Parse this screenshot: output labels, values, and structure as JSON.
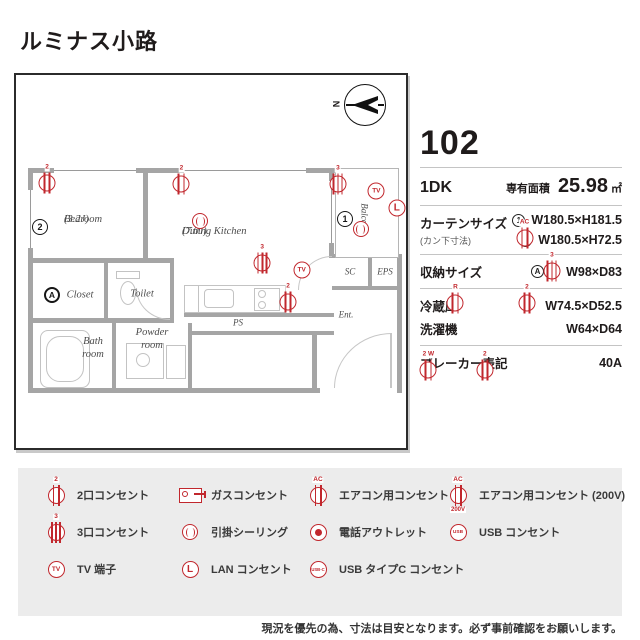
{
  "title": "ルミナス小路",
  "compass": {
    "north": "N"
  },
  "panel": {
    "unit_number": "102",
    "layout_type": "1DK",
    "area_label": "専有面積",
    "area_value": "25.98",
    "area_unit": "㎡",
    "curtain": {
      "label": "カーテンサイズ",
      "note": "(カン下寸法)",
      "rows": [
        {
          "mark": "1",
          "size": "W180.5×H181.5"
        },
        {
          "mark": "2",
          "size": "W180.5×H72.5"
        }
      ]
    },
    "storage": {
      "label": "収納サイズ",
      "mark": "A",
      "size": "W98×D83"
    },
    "fridge": {
      "label": "冷蔵庫",
      "size": "W74.5×D52.5"
    },
    "washer": {
      "label": "洗濯機",
      "size": "W64×D64"
    },
    "breaker": {
      "label": "ブレーカー表記",
      "value": "40A"
    }
  },
  "floorplan": {
    "rooms": {
      "bedroom": {
        "name": "Bedroom",
        "size": "(3.2J)",
        "mark": "2"
      },
      "dining_kitchen": {
        "name": "Dining Kitchen",
        "size": "(7.0J)"
      },
      "balcony": {
        "name": "Balcony",
        "mark": "1"
      },
      "closet": {
        "name": "Closet",
        "mark": "A"
      },
      "toilet": {
        "name": "Toilet"
      },
      "bath": {
        "name": "Bath room"
      },
      "powder": {
        "name": "Powder room"
      },
      "entrance": {
        "name": "Ent."
      },
      "sc": {
        "name": "SC"
      },
      "eps": {
        "name": "EPS"
      },
      "ps": {
        "name": "PS"
      }
    },
    "glyphs": {
      "two": "2",
      "three": "3",
      "tv": "TV",
      "lan": "L",
      "ac": "AC",
      "v200": "200V",
      "r": "R",
      "w": "2 W"
    }
  },
  "legend": {
    "items": [
      {
        "icon": "outlet-2",
        "glyph": "2",
        "label": "2口コンセント"
      },
      {
        "icon": "outlet-3",
        "glyph": "3",
        "label": "3口コンセント"
      },
      {
        "icon": "tv-terminal",
        "glyph": "TV",
        "label": "TV 端子"
      },
      {
        "icon": "gas-outlet",
        "label": "ガスコンセント"
      },
      {
        "icon": "ceiling-light",
        "label": "引掛シーリング"
      },
      {
        "icon": "lan-outlet",
        "glyph": "L",
        "label": "LAN コンセント"
      },
      {
        "icon": "ac-outlet",
        "glyph": "AC",
        "label": "エアコン用コンセント"
      },
      {
        "icon": "phone-outlet",
        "label": "電話アウトレット"
      },
      {
        "icon": "usbc-outlet",
        "glyph": "USB-C",
        "label": "USB タイプC コンセント"
      },
      {
        "icon": "ac200-outlet",
        "glyph": "AC",
        "glyph2": "200V",
        "label": "エアコン用コンセント (200V)"
      },
      {
        "icon": "usb-outlet",
        "glyph": "USB",
        "label": "USB コンセント"
      }
    ]
  },
  "disclaimer": "現況を優先の為、寸法は目安となります。必ず事前確認をお願いします。"
}
